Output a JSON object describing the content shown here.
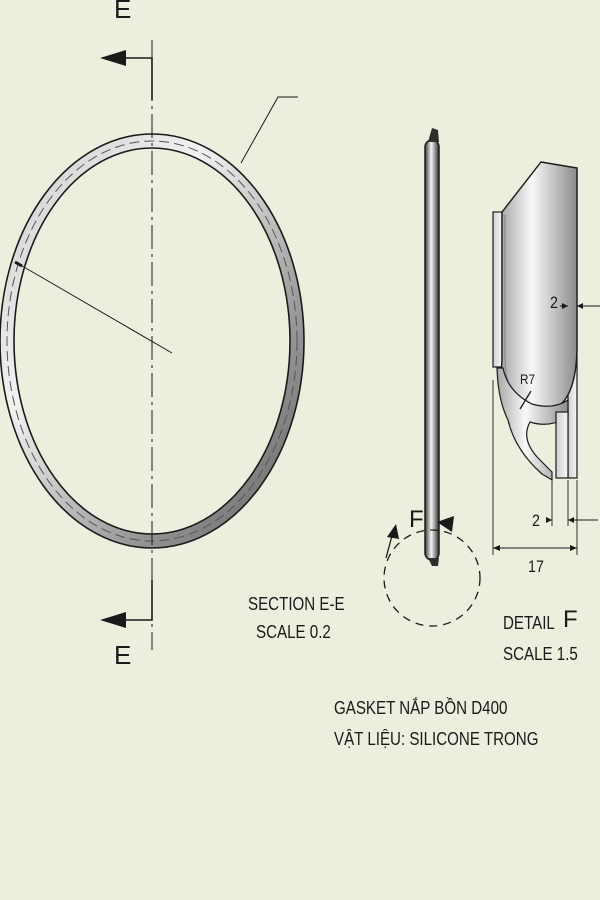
{
  "section_markers": {
    "top": "E",
    "bottom": "E"
  },
  "detail_marker": "F",
  "section_view": {
    "title": "SECTION E-E",
    "scale": "SCALE 0.2"
  },
  "detail_view": {
    "title": "DETAIL",
    "letter": "F",
    "scale": "SCALE 1.5"
  },
  "dimensions": {
    "radius": "R7",
    "thickness": "2",
    "gap": "2",
    "width": "17"
  },
  "notes": {
    "line1": "GASKET NẮP BỒN D400",
    "line2": "VẬT LIỆU: SILICONE TRONG"
  },
  "colors": {
    "background": "#eeeedf",
    "line": "#1a1a1a",
    "shade_dark": "#5f5f5f",
    "shade_light": "#f4f4f4"
  }
}
